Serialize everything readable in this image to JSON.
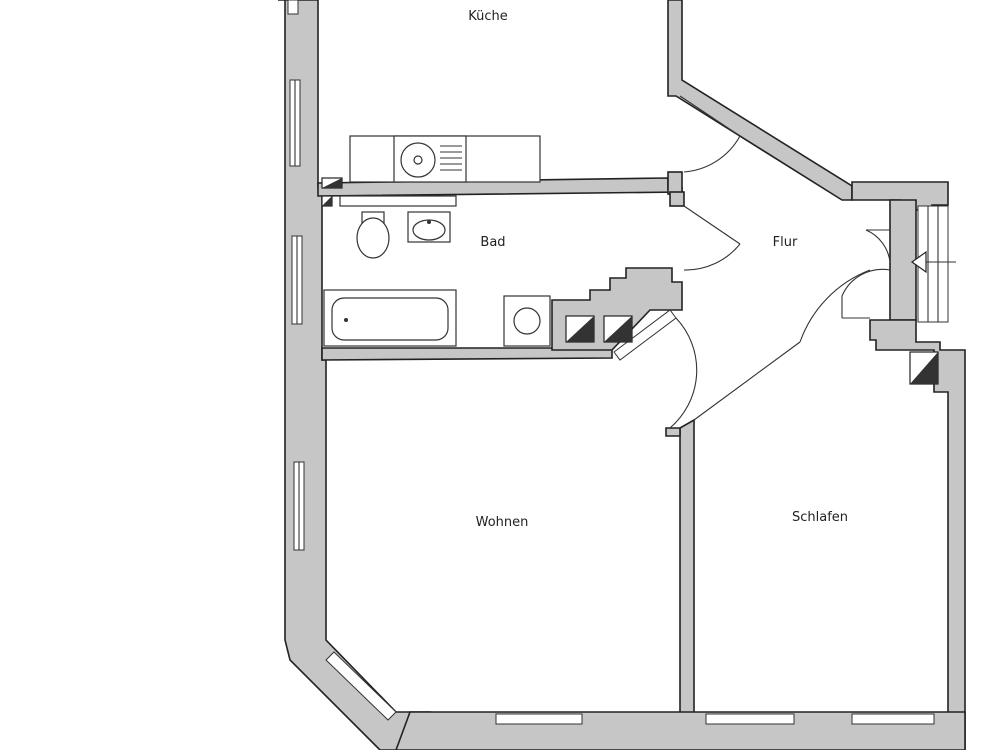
{
  "rooms": {
    "kitchen": "Küche",
    "bath": "Bad",
    "hall": "Flur",
    "living": "Wohnen",
    "bedroom": "Schlafen"
  }
}
